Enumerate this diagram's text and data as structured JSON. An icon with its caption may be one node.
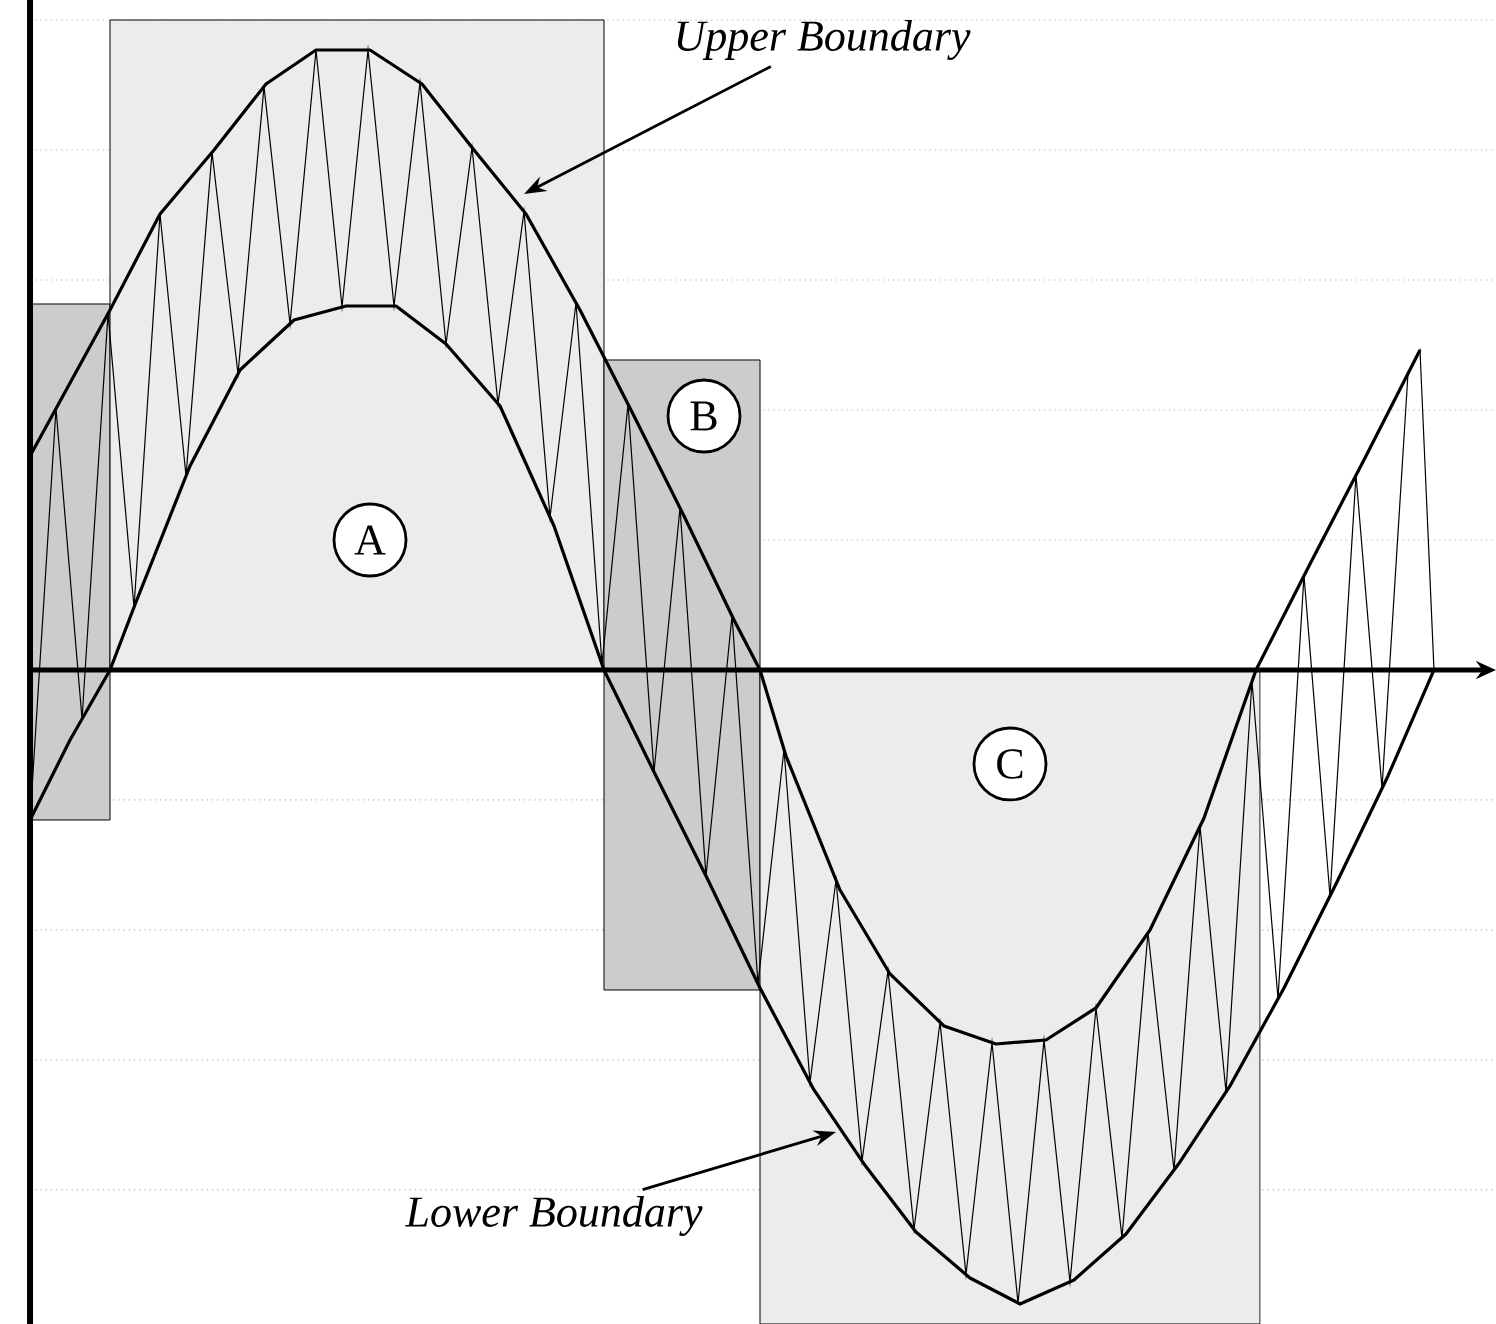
{
  "diagram": {
    "nodes": [
      {
        "text": [
          "Upper Boundary"
        ]
      },
      {
        "text": [
          "Lower Boundary"
        ]
      },
      {
        "text": [
          "A"
        ]
      },
      {
        "text": [
          "B"
        ]
      },
      {
        "text": [
          "C"
        ]
      }
    ],
    "edges": [
      {
        "from": 0,
        "to": null,
        "arrow": "to"
      },
      {
        "from": 1,
        "to": null,
        "arrow": "to"
      }
    ]
  }
}
